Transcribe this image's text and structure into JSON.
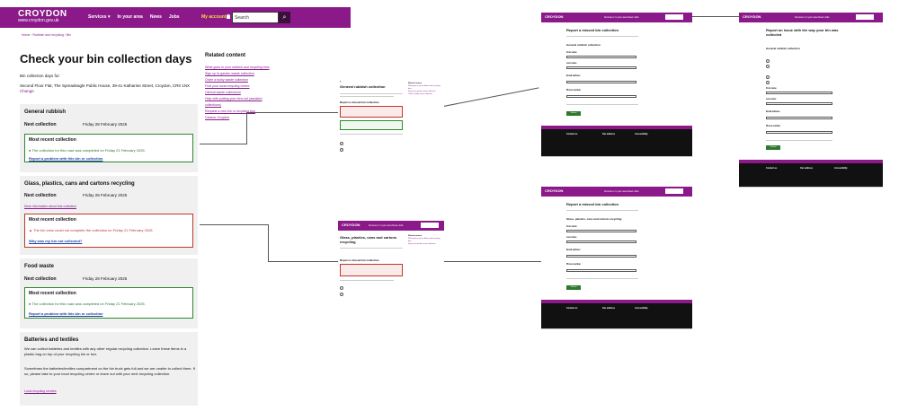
{
  "header": {
    "logo": "CROYDON",
    "logo_sub": "www.croydon.gov.uk",
    "nav": [
      "Services ▾",
      "In your area",
      "News",
      "Jobs"
    ],
    "account": "My account",
    "search_placeholder": "Search"
  },
  "breadcrumb": [
    "Home",
    "Rubbish and recycling",
    "Bin"
  ],
  "page_title": "Check your bin collection days",
  "subtitle": "Bin collection days for:",
  "address": "Second Floor Flat, The Spreadeagle Public House, 39-41 Katharine Street, Croydon, CR0 1NX",
  "change_link": "Change",
  "cards": [
    {
      "title": "General rubbish",
      "next_label": "Next collection",
      "next_date": "Friday 28 February 2025",
      "recent_title": "Most recent collection",
      "status": "success",
      "message": "The collection for this road was completed on Friday 21 February 2025.",
      "link": "Report a problem with this bin or collection"
    },
    {
      "title": "Glass, plastics, cans and cartons recycling",
      "next_label": "Next collection",
      "next_date": "Friday 28 February 2025",
      "more_info": "More information about this collection",
      "recent_title": "Most recent collection",
      "status": "error",
      "message": "The bin crew could not complete the collection on Friday 21 February 2025.",
      "link": "Why was my bin not collected?"
    },
    {
      "title": "Food waste",
      "next_label": "Next collection",
      "next_date": "Friday 28 February 2025",
      "recent_title": "Most recent collection",
      "status": "success",
      "message": "The collection for this road was completed on Friday 21 February 2025.",
      "link": "Report a problem with this bin or collection"
    }
  ],
  "batteries": {
    "title": "Batteries and textiles",
    "p1": "We can collect batteries and textiles with any other regular recycling collection. Leave these items in a plastic bag on top of your recycling bin or box.",
    "p2": "Sometimes the batteries/textiles compartment on the bin truck gets full and we are unable to collect them. If so, please take to your local recycling centre or leave out with your next recycling collection.",
    "link": "Local recycling centres"
  },
  "related": {
    "title": "Related content",
    "links": [
      "What goes in your rubbish and recycling bins",
      "Sign up to garden waste collection",
      "Order a bulky waste collection",
      "Find your local recycling centre",
      "Clinical waste collections",
      "Help with putting your bins out (assisted collections)",
      "Request a new bin or recycling box",
      "Cleaner Croydon"
    ]
  },
  "mini": {
    "general_title": "General rubbish collection",
    "glass_title": "Glass, plastics, cans and cartons recycling",
    "report_heading": "Report a missed bin collection",
    "report_issue_title": "Report an issue with the way your bin was collected",
    "label_general": "General rubbish collection",
    "label_glass": "Glass, plastics, cans and cartons recycling",
    "field_first": "First name",
    "field_last": "Last name",
    "field_email": "Email address",
    "field_phone": "Phone number",
    "submit": "Submit",
    "contact": "Contact us",
    "address_col": "Our address",
    "access": "Accessibility"
  },
  "colors": {
    "brand": "#8b1989",
    "success": "#2d8a2d",
    "error": "#c0392b"
  }
}
